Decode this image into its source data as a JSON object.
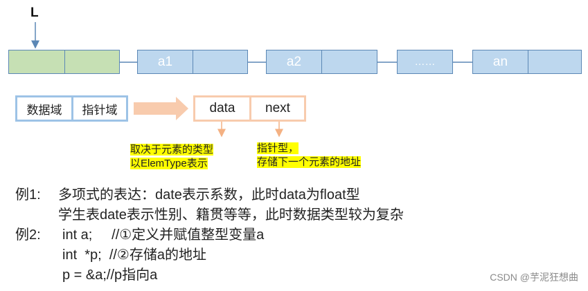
{
  "head_label": "L",
  "nodes": {
    "n1": "a1",
    "n2": "a2",
    "n3": "……",
    "n4": "an"
  },
  "legend": {
    "field1": "数据域",
    "field2": "指针域",
    "data": "data",
    "next": "next"
  },
  "notes": {
    "data_line1": "取决于元素的类型",
    "data_line2": "以ElemType表示",
    "next_line1": "指针型，",
    "next_line2": "存储下一个元素的地址"
  },
  "examples": {
    "ex1_label": "例1:",
    "ex1_line1": "多项式的表达：date表示系数，此时data为float型",
    "ex1_line2": "学生表date表示性别、籍贯等等，此时数据类型较为复杂",
    "ex2_label": "例2:",
    "ex2_line1": "int a;     //①定义并赋值整型变量a",
    "ex2_line2": "int  *p;  //②存储a的地址",
    "ex2_line3": "p = &a;//p指向a"
  },
  "watermark": "CSDN @芋泥狂想曲",
  "colors": {
    "head_node": "#c6e0b4",
    "node": "#bdd7ee",
    "border": "#5b87b5",
    "arrow": "#5b87b5",
    "legend_border": "#9dc3e6",
    "orange": "#f8cbad",
    "highlight": "#ffff00"
  }
}
